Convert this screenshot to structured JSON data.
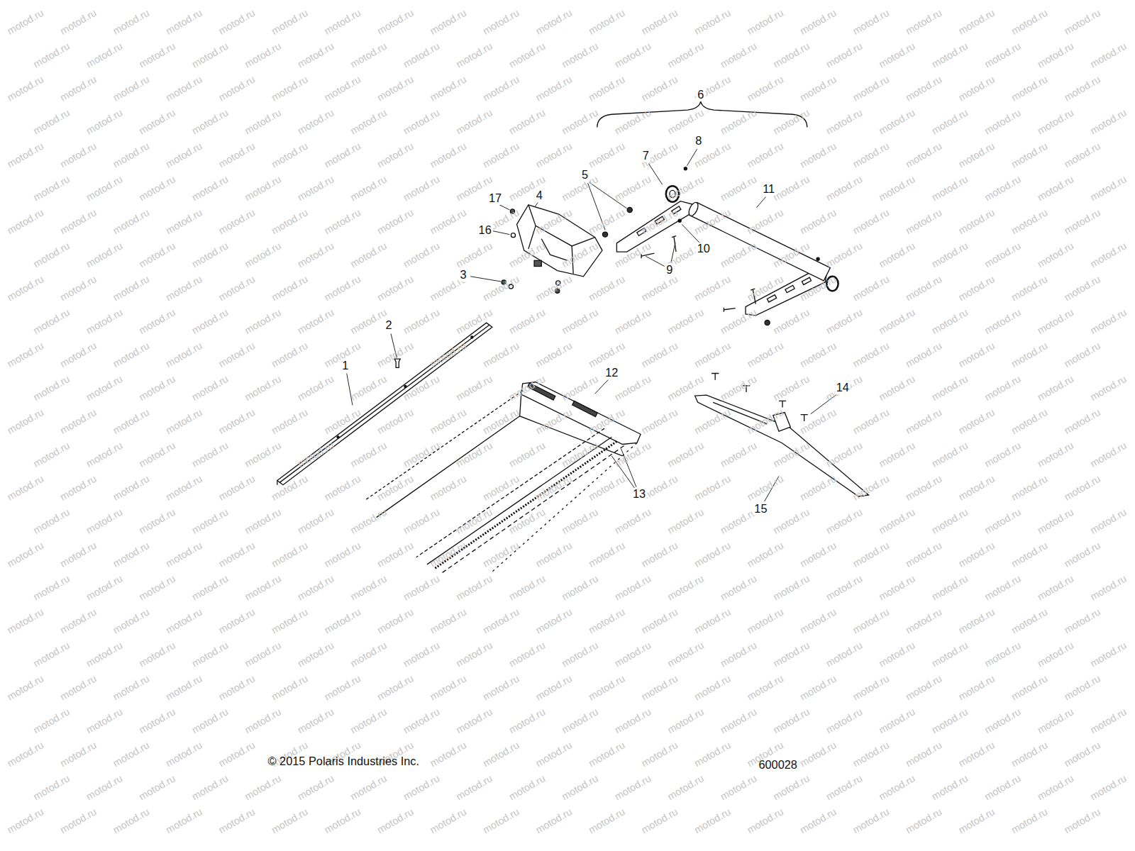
{
  "diagram": {
    "labels": [
      "6",
      "7",
      "8",
      "5",
      "11",
      "17",
      "4",
      "16",
      "10",
      "9",
      "3",
      "2",
      "1",
      "12",
      "14",
      "13",
      "15",
      "© 2015 Polaris Industries Inc.",
      "600028",
      "motod.ru",
      "motod.ru",
      "motod.ru",
      "motod.ru",
      "motod.ru",
      "motod.ru",
      "motod.ru",
      "motod.ru",
      "motod.ru",
      "motod.ru",
      "motod.ru",
      "motod.ru",
      "motod.ru",
      "motod.ru",
      "motod.ru",
      "motod.ru",
      "motod.ru",
      "motod.ru",
      "motod.ru",
      "motod.ru",
      "motod.ru",
      "motod.ru",
      "motod.ru",
      "motod.ru",
      "motod.ru",
      "motod.ru",
      "motod.ru",
      "motod.ru",
      "motod.ru",
      "motod.ru",
      "motod.ru",
      "motod.ru",
      "motod.ru",
      "motod.ru",
      "motod.ru",
      "motod.ru",
      "motod.ru",
      "motod.ru",
      "motod.ru",
      "motod.ru",
      "motod.ru",
      "motod.ru",
      "motod.ru",
      "motod.ru",
      "motod.ru",
      "motod.ru",
      "motod.ru",
      "motod.ru",
      "motod.ru",
      "motod.ru",
      "motod.ru",
      "motod.ru",
      "motod.ru",
      "motod.ru",
      "motod.ru",
      "motod.ru",
      "motod.ru",
      "motod.ru",
      "motod.ru",
      "motod.ru",
      "motod.ru",
      "motod.ru",
      "motod.ru",
      "motod.ru",
      "motod.ru",
      "motod.ru",
      "motod.ru",
      "motod.ru",
      "motod.ru",
      "motod.ru",
      "motod.ru",
      "motod.ru",
      "motod.ru",
      "motod.ru",
      "motod.ru",
      "motod.ru",
      "motod.ru",
      "motod.ru",
      "motod.ru",
      "motod.ru",
      "motod.ru",
      "motod.ru",
      "motod.ru",
      "motod.ru",
      "motod.ru",
      "motod.ru",
      "motod.ru",
      "motod.ru",
      "motod.ru",
      "motod.ru",
      "motod.ru",
      "motod.ru",
      "motod.ru",
      "motod.ru",
      "motod.ru",
      "motod.ru",
      "motod.ru",
      "motod.ru",
      "motod.ru",
      "motod.ru",
      "motod.ru",
      "motod.ru",
      "motod.ru",
      "motod.ru",
      "motod.ru",
      "motod.ru",
      "motod.ru",
      "motod.ru",
      "motod.ru",
      "motod.ru",
      "motod.ru",
      "motod.ru",
      "motod.ru",
      "motod.ru",
      "motod.ru",
      "motod.ru",
      "motod.ru",
      "motod.ru",
      "motod.ru",
      "motod.ru",
      "motod.ru",
      "motod.ru",
      "motod.ru",
      "motod.ru",
      "motod.ru",
      "motod.ru",
      "motod.ru",
      "motod.ru",
      "motod.ru",
      "motod.ru",
      "motod.ru",
      "motod.ru",
      "motod.ru",
      "motod.ru",
      "motod.ru",
      "motod.ru",
      "motod.ru",
      "motod.ru",
      "motod.ru",
      "motod.ru",
      "motod.ru",
      "motod.ru",
      "motod.ru",
      "motod.ru",
      "motod.ru",
      "motod.ru",
      "motod.ru",
      "motod.ru",
      "motod.ru",
      "motod.ru",
      "motod.ru",
      "motod.ru",
      "motod.ru",
      "motod.ru",
      "motod.ru",
      "motod.ru",
      "motod.ru",
      "motod.ru",
      "motod.ru",
      "motod.ru",
      "motod.ru",
      "motod.ru",
      "motod.ru",
      "motod.ru",
      "motod.ru",
      "motod.ru",
      "motod.ru",
      "motod.ru",
      "motod.ru",
      "motod.ru",
      "motod.ru",
      "motod.ru",
      "motod.ru",
      "motod.ru",
      "motod.ru",
      "motod.ru",
      "motod.ru",
      "motod.ru",
      "motod.ru",
      "motod.ru",
      "motod.ru",
      "motod.ru",
      "motod.ru",
      "motod.ru",
      "motod.ru",
      "motod.ru",
      "motod.ru",
      "motod.ru",
      "motod.ru",
      "motod.ru",
      "motod.ru",
      "motod.ru",
      "motod.ru",
      "motod.ru",
      "motod.ru",
      "motod.ru",
      "motod.ru",
      "motod.ru",
      "motod.ru",
      "motod.ru",
      "motod.ru",
      "motod.ru",
      "motod.ru",
      "motod.ru",
      "motod.ru",
      "motod.ru",
      "motod.ru",
      "motod.ru",
      "motod.ru",
      "motod.ru",
      "motod.ru",
      "motod.ru",
      "motod.ru",
      "motod.ru",
      "motod.ru",
      "motod.ru",
      "motod.ru",
      "motod.ru",
      "motod.ru",
      "motod.ru",
      "motod.ru",
      "motod.ru",
      "motod.ru",
      "motod.ru",
      "motod.ru",
      "motod.ru",
      "motod.ru",
      "motod.ru",
      "motod.ru",
      "motod.ru",
      "motod.ru",
      "motod.ru",
      "motod.ru",
      "motod.ru",
      "motod.ru",
      "motod.ru",
      "motod.ru",
      "motod.ru",
      "motod.ru",
      "motod.ru",
      "motod.ru",
      "motod.ru",
      "motod.ru",
      "motod.ru",
      "motod.ru",
      "motod.ru",
      "motod.ru",
      "motod.ru",
      "motod.ru",
      "motod.ru",
      "motod.ru",
      "motod.ru",
      "motod.ru",
      "motod.ru",
      "motod.ru",
      "motod.ru",
      "motod.ru",
      "motod.ru",
      "motod.ru",
      "motod.ru",
      "motod.ru",
      "motod.ru",
      "motod.ru",
      "motod.ru",
      "motod.ru",
      "motod.ru",
      "motod.ru",
      "motod.ru",
      "motod.ru",
      "motod.ru",
      "motod.ru",
      "motod.ru",
      "motod.ru",
      "motod.ru",
      "motod.ru",
      "motod.ru",
      "motod.ru",
      "motod.ru",
      "motod.ru",
      "motod.ru",
      "motod.ru",
      "motod.ru",
      "motod.ru",
      "motod.ru",
      "motod.ru",
      "motod.ru",
      "motod.ru",
      "motod.ru",
      "motod.ru",
      "motod.ru",
      "motod.ru",
      "motod.ru",
      "motod.ru",
      "motod.ru",
      "motod.ru",
      "motod.ru",
      "motod.ru",
      "motod.ru",
      "motod.ru",
      "motod.ru",
      "motod.ru",
      "motod.ru",
      "motod.ru",
      "motod.ru",
      "motod.ru",
      "motod.ru",
      "motod.ru",
      "motod.ru",
      "motod.ru",
      "motod.ru",
      "motod.ru",
      "motod.ru",
      "motod.ru",
      "motod.ru",
      "motod.ru",
      "motod.ru",
      "motod.ru",
      "motod.ru",
      "motod.ru",
      "motod.ru",
      "motod.ru",
      "motod.ru",
      "motod.ru",
      "motod.ru",
      "motod.ru",
      "motod.ru",
      "motod.ru",
      "motod.ru",
      "motod.ru",
      "motod.ru",
      "motod.ru",
      "motod.ru",
      "motod.ru",
      "motod.ru",
      "motod.ru",
      "motod.ru",
      "motod.ru",
      "motod.ru",
      "motod.ru",
      "motod.ru",
      "motod.ru",
      "motod.ru",
      "motod.ru",
      "motod.ru",
      "motod.ru",
      "motod.ru",
      "motod.ru",
      "motod.ru",
      "motod.ru",
      "motod.ru",
      "motod.ru",
      "motod.ru",
      "motod.ru",
      "motod.ru",
      "motod.ru",
      "motod.ru",
      "motod.ru",
      "motod.ru",
      "motod.ru",
      "motod.ru",
      "motod.ru",
      "motod.ru",
      "motod.ru",
      "motod.ru",
      "motod.ru",
      "motod.ru",
      "motod.ru",
      "motod.ru",
      "motod.ru",
      "motod.ru",
      "motod.ru",
      "motod.ru",
      "motod.ru",
      "motod.ru",
      "motod.ru",
      "motod.ru",
      "motod.ru",
      "motod.ru",
      "motod.ru",
      "motod.ru",
      "motod.ru",
      "motod.ru",
      "motod.ru",
      "motod.ru",
      "motod.ru",
      "motod.ru",
      "motod.ru",
      "motod.ru",
      "motod.ru",
      "motod.ru",
      "motod.ru",
      "motod.ru",
      "motod.ru",
      "motod.ru",
      "motod.ru",
      "motod.ru",
      "motod.ru",
      "motod.ru",
      "motod.ru",
      "motod.ru",
      "motod.ru",
      "motod.ru",
      "motod.ru",
      "motod.ru",
      "motod.ru",
      "motod.ru",
      "motod.ru",
      "motod.ru",
      "motod.ru",
      "motod.ru",
      "motod.ru",
      "motod.ru",
      "motod.ru",
      "motod.ru",
      "motod.ru",
      "motod.ru",
      "motod.ru",
      "motod.ru",
      "motod.ru",
      "motod.ru",
      "motod.ru",
      "motod.ru",
      "motod.ru",
      "motod.ru",
      "motod.ru",
      "motod.ru",
      "motod.ru",
      "motod.ru",
      "motod.ru",
      "motod.ru",
      "motod.ru",
      "motod.ru",
      "motod.ru",
      "motod.ru",
      "motod.ru",
      "motod.ru",
      "motod.ru",
      "motod.ru",
      "motod.ru",
      "motod.ru",
      "motod.ru",
      "motod.ru",
      "motod.ru",
      "motod.ru",
      "motod.ru",
      "motod.ru",
      "motod.ru",
      "motod.ru",
      "motod.ru",
      "motod.ru",
      "motod.ru",
      "motod.ru",
      "motod.ru",
      "motod.ru",
      "motod.ru",
      "motod.ru",
      "motod.ru",
      "motod.ru",
      "motod.ru",
      "motod.ru",
      "motod.ru",
      "motod.ru",
      "motod.ru",
      "motod.ru",
      "motod.ru",
      "motod.ru",
      "motod.ru",
      "motod.ru",
      "motod.ru",
      "motod.ru",
      "motod.ru",
      "motod.ru",
      "motod.ru",
      "motod.ru",
      "motod.ru",
      "motod.ru",
      "motod.ru",
      "motod.ru",
      "motod.ru",
      "motod.ru",
      "motod.ru",
      "motod.ru",
      "motod.ru",
      "motod.ru",
      "motod.ru",
      "motod.ru",
      "motod.ru",
      "motod.ru",
      "motod.ru",
      "motod.ru",
      "motod.ru",
      "motod.ru",
      "motod.ru",
      "motod.ru",
      "motod.ru",
      "motod.ru",
      "motod.ru",
      "motod.ru",
      "motod.ru",
      "motod.ru",
      "motod.ru",
      "motod.ru",
      "motod.ru",
      "motod.ru",
      "motod.ru",
      "motod.ru",
      "motod.ru",
      "motod.ru",
      "motod.ru",
      "motod.ru",
      "motod.ru",
      "motod.ru",
      "motod.ru",
      "motod.ru",
      "motod.ru",
      "motod.ru",
      "motod.ru",
      "motod.ru",
      "motod.ru",
      "motod.ru",
      "motod.ru",
      "motod.ru",
      "motod.ru",
      "motod.ru",
      "motod.ru"
    ]
  }
}
